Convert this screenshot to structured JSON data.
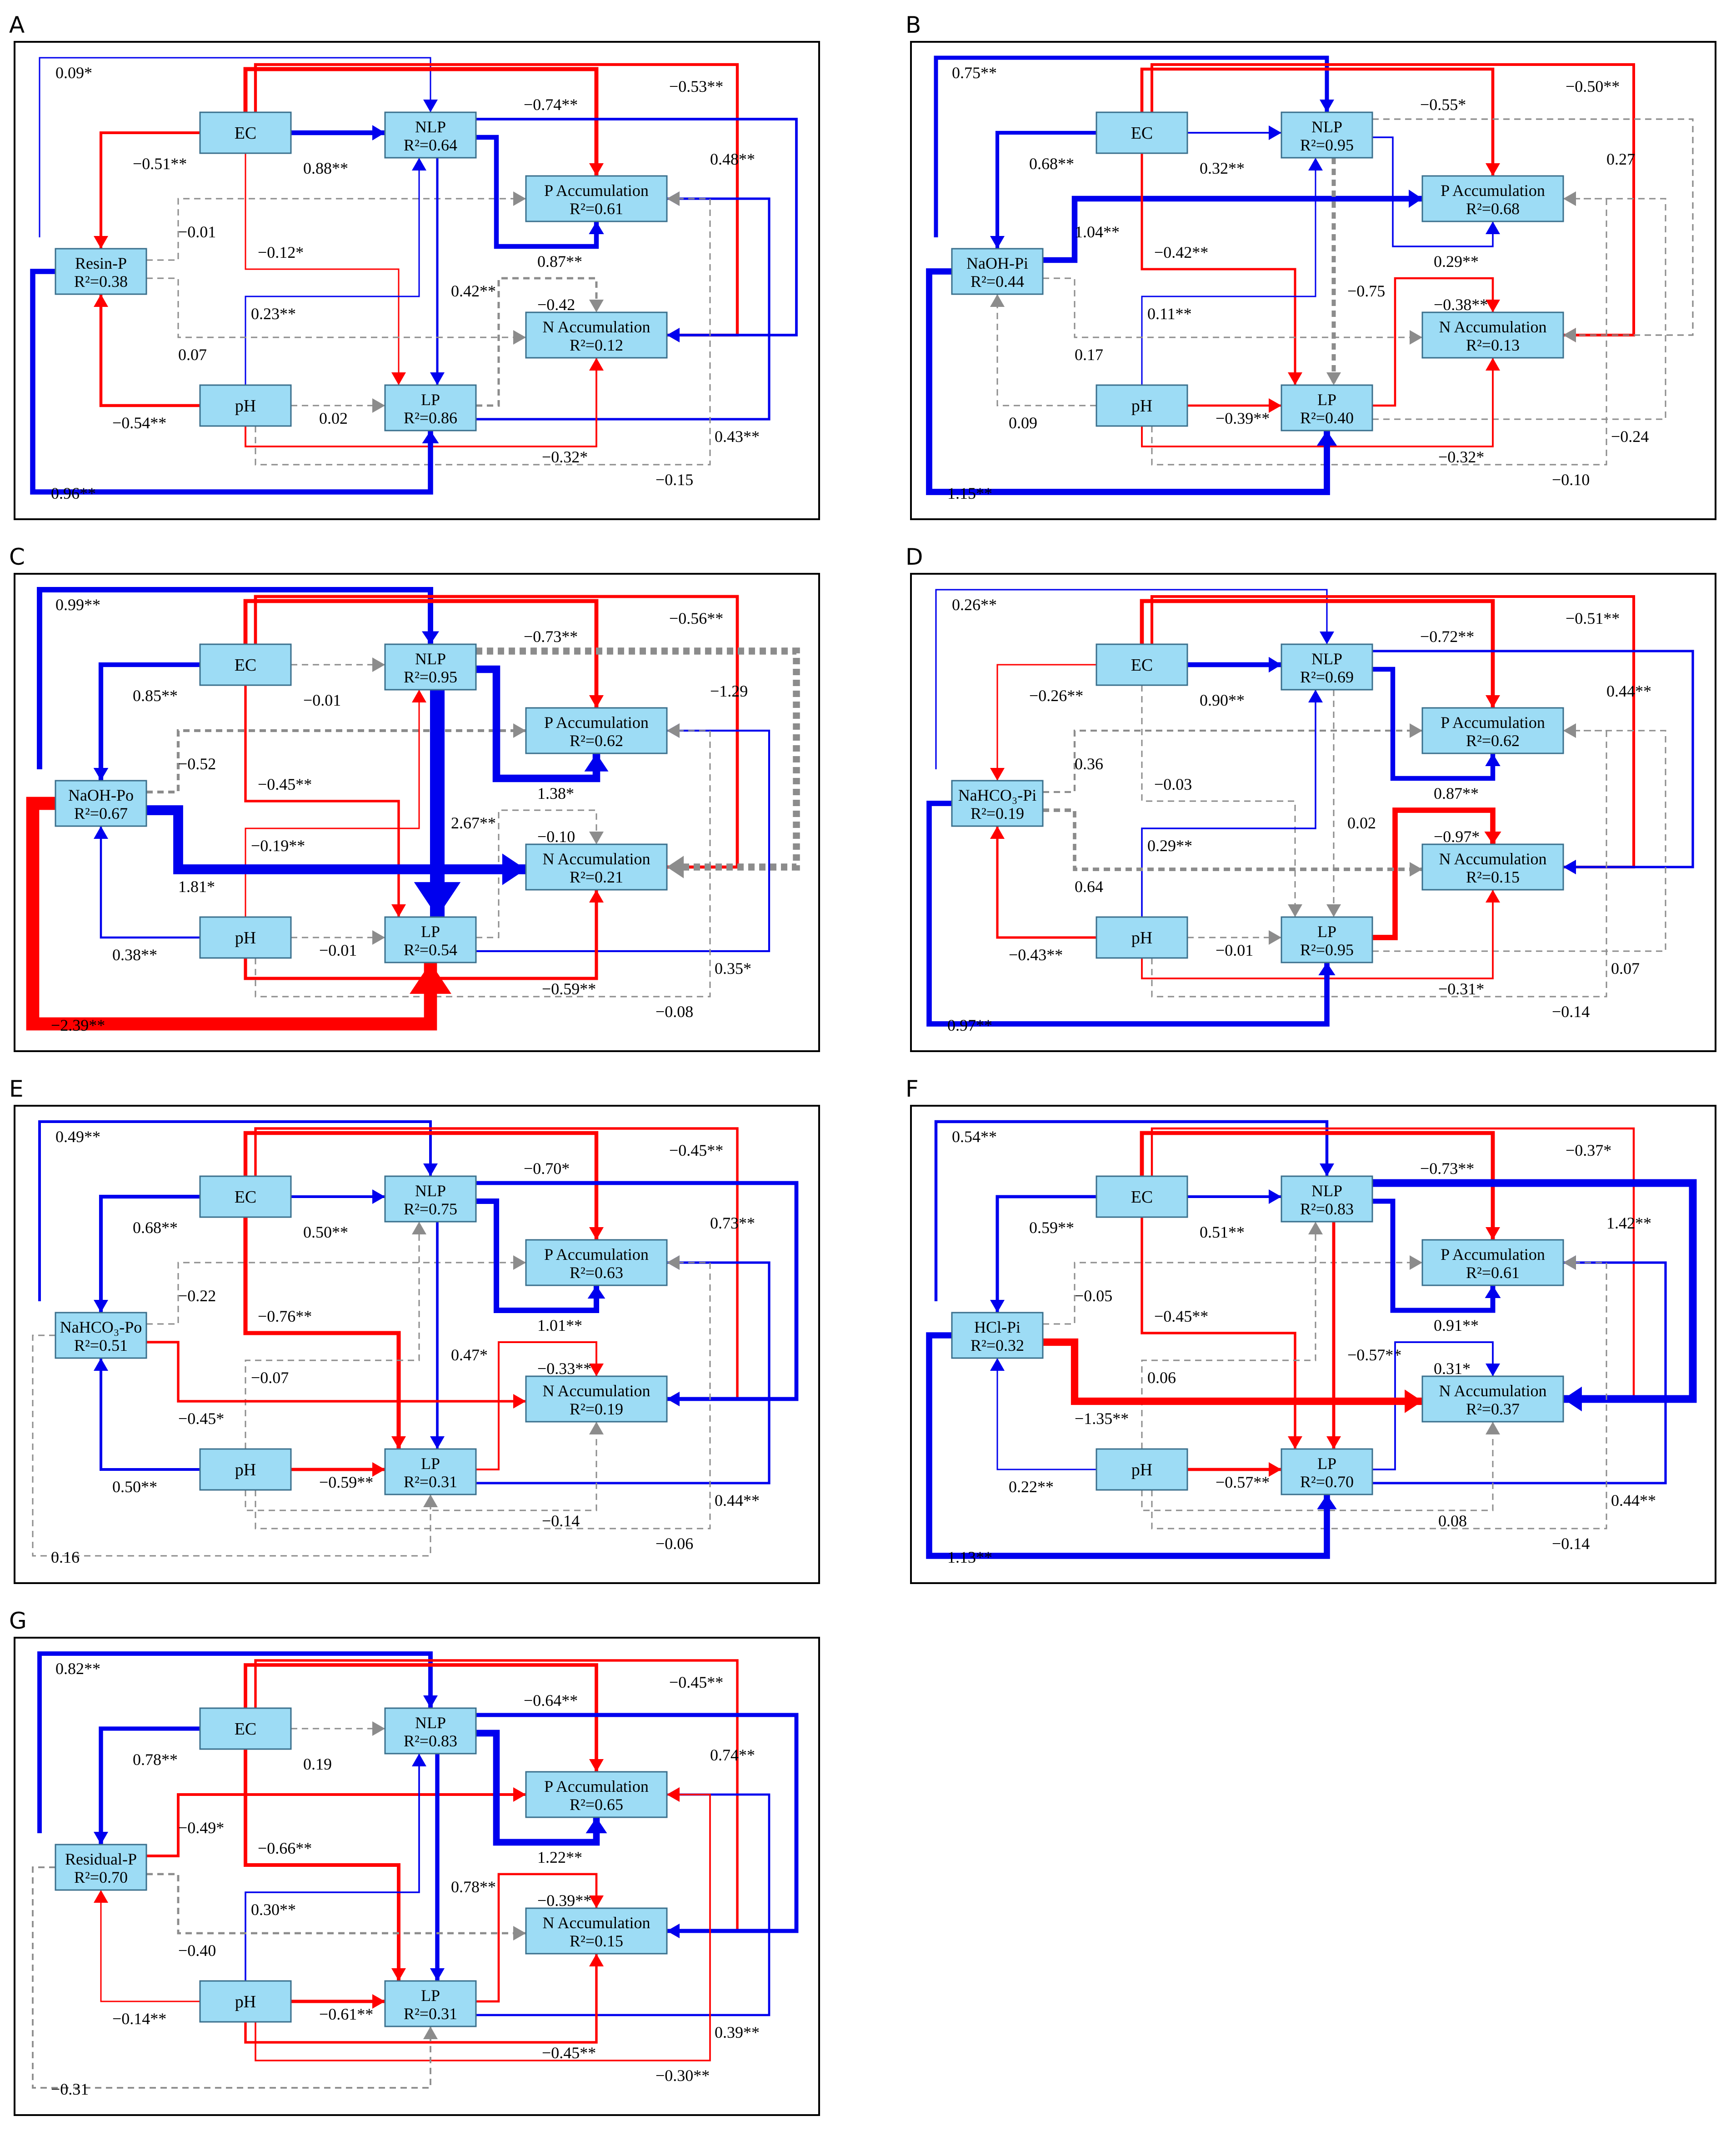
{
  "colors": {
    "positive": "#0000ee",
    "negative": "#ff0000",
    "ns": "#8c8c8c",
    "box_fill": "#9ddcf5",
    "box_stroke": "#3a6f8c"
  },
  "panels": [
    {
      "letter": "A",
      "x_label": "Resin-P",
      "x_r2": "R²=0.38",
      "nlp_r2": "R²=0.64",
      "lp_r2": "R²=0.86",
      "pacc_r2": "R²=0.61",
      "nacc_r2": "R²=0.12",
      "paths": {
        "x_nlp": "0.09*",
        "ec_x": "−0.51**",
        "ec_nlp": "0.88**",
        "ec_pacc": "−0.74**",
        "ec_nacc": "−0.53**",
        "nlp_nacc": "0.48**",
        "ec_lp": "−0.12*",
        "x_pacc": "−0.01",
        "x_nacc": "0.07",
        "nlp_pacc": "0.87**",
        "nlp_lp": "0.42**",
        "ph_nlp": "0.23**",
        "lp_nacc": "−0.42",
        "ph_x": "−0.54**",
        "ph_lp": "0.02",
        "lp_pacc": "0.43**",
        "ph_nacc": "−0.32*",
        "ph_pacc": "−0.15",
        "x_lp": "0.96**"
      }
    },
    {
      "letter": "B",
      "x_label": "NaOH-Pi",
      "x_r2": "R²=0.44",
      "nlp_r2": "R²=0.95",
      "lp_r2": "R²=0.40",
      "pacc_r2": "R²=0.68",
      "nacc_r2": "R²=0.13",
      "paths": {
        "x_nlp": "0.75**",
        "ec_x": "0.68**",
        "ec_nlp": "0.32**",
        "ec_pacc": "−0.55*",
        "ec_nacc": "−0.50**",
        "nlp_nacc": "0.27",
        "x_pacc": "1.04**",
        "ec_lp": "−0.42**",
        "nlp_lp": "−0.75",
        "lp_pacc": "−0.24",
        "ph_nlp": "0.11**",
        "lp_nacc": "−0.38**",
        "x_nacc": "0.17",
        "ph_x": "0.09",
        "ph_lp": "−0.39**",
        "nlp_pacc": "0.29**",
        "ph_nacc": "−0.32*",
        "ph_pacc": "−0.10",
        "x_lp": "1.15**"
      }
    },
    {
      "letter": "C",
      "x_label": "NaOH-Po",
      "x_r2": "R²=0.67",
      "nlp_r2": "R²=0.95",
      "lp_r2": "R²=0.54",
      "pacc_r2": "R²=0.62",
      "nacc_r2": "R²=0.21",
      "paths": {
        "x_nlp": "0.99**",
        "ec_x": "0.85**",
        "ec_nlp": "−0.01",
        "ec_pacc": "−0.73**",
        "ec_nacc": "−0.56**",
        "nlp_nacc": "−1.29",
        "x_pacc": "−0.52",
        "ec_lp": "−0.45**",
        "nlp_lp": "2.67**",
        "nlp_pacc": "1.38*",
        "ph_nlp": "−0.19**",
        "x_nacc": "1.81*",
        "lp_nacc": "−0.10",
        "ph_x": "0.38**",
        "ph_lp": "−0.01",
        "lp_pacc": "0.35*",
        "ph_nacc": "−0.59**",
        "ph_pacc": "−0.08",
        "x_lp": "−2.39**"
      }
    },
    {
      "letter": "D",
      "x_label": "NaHCO₃-Pi",
      "x_r2": "R²=0.19",
      "nlp_r2": "R²=0.69",
      "lp_r2": "R²=0.95",
      "pacc_r2": "R²=0.62",
      "nacc_r2": "R²=0.15",
      "paths": {
        "x_nlp": "0.26**",
        "ec_x": "−0.26**",
        "ec_nlp": "0.90**",
        "ec_pacc": "−0.72**",
        "ec_nacc": "−0.51**",
        "nlp_nacc": "0.44**",
        "x_pacc": "0.36",
        "ec_lp": "−0.03",
        "nlp_pacc": "0.87**",
        "ph_nlp": "0.29**",
        "nlp_lp": "0.02",
        "lp_nacc": "−0.97*",
        "x_nacc": "0.64",
        "ph_x": "−0.43**",
        "ph_lp": "−0.01",
        "lp_pacc": "0.07",
        "ph_nacc": "−0.31*",
        "ph_pacc": "−0.14",
        "x_lp": "0.97**"
      }
    },
    {
      "letter": "E",
      "x_label": "NaHCO₃-Po",
      "x_r2": "R²=0.51",
      "nlp_r2": "R²=0.75",
      "lp_r2": "R²=0.31",
      "pacc_r2": "R²=0.63",
      "nacc_r2": "R²=0.19",
      "paths": {
        "x_nlp": "0.49**",
        "ec_x": "0.68**",
        "ec_nlp": "0.50**",
        "ec_pacc": "−0.70*",
        "ec_nacc": "−0.45**",
        "nlp_nacc": "0.73**",
        "x_pacc": "−0.22",
        "ec_lp": "−0.76**",
        "nlp_pacc": "1.01**",
        "ph_nlp": "−0.07",
        "nlp_lp": "0.47*",
        "lp_nacc": "−0.33**",
        "x_nacc": "−0.45*",
        "ph_x": "0.50**",
        "ph_lp": "−0.59**",
        "lp_pacc": "0.44**",
        "ph_nacc": "−0.14",
        "ph_pacc": "−0.06",
        "x_lp": "0.16"
      }
    },
    {
      "letter": "F",
      "x_label": "HCl-Pi",
      "x_r2": "R²=0.32",
      "nlp_r2": "R²=0.83",
      "lp_r2": "R²=0.70",
      "pacc_r2": "R²=0.61",
      "nacc_r2": "R²=0.37",
      "paths": {
        "x_nlp": "0.54**",
        "ec_x": "0.59**",
        "ec_nlp": "0.51**",
        "ec_pacc": "−0.73**",
        "ec_nacc": "−0.37*",
        "nlp_nacc": "1.42**",
        "x_pacc": "−0.05",
        "ec_lp": "−0.45**",
        "nlp_pacc": "0.91**",
        "nlp_lp": "−0.57**",
        "lp_nacc": "0.31*",
        "x_nacc": "−1.35**",
        "ph_nlp": "0.06",
        "ph_x": "0.22**",
        "ph_lp": "−0.57**",
        "lp_pacc": "0.44**",
        "ph_nacc": "0.08",
        "ph_pacc": "−0.14",
        "x_lp": "1.13**"
      }
    },
    {
      "letter": "G",
      "x_label": "Residual-P",
      "x_r2": "R²=0.70",
      "nlp_r2": "R²=0.83",
      "lp_r2": "R²=0.31",
      "pacc_r2": "R²=0.65",
      "nacc_r2": "R²=0.15",
      "paths": {
        "x_nlp": "0.82**",
        "ec_x": "0.78**",
        "ec_nlp": "0.19",
        "ec_pacc": "−0.64**",
        "ec_nacc": "−0.45**",
        "nlp_nacc": "0.74**",
        "x_pacc": "−0.49*",
        "ec_lp": "−0.66**",
        "nlp_pacc": "1.22**",
        "nlp_lp": "0.78**",
        "ph_nlp": "0.30**",
        "lp_nacc": "−0.39**",
        "x_nacc": "−0.40",
        "ph_x": "−0.14**",
        "ph_lp": "−0.61**",
        "lp_pacc": "0.39**",
        "ph_nacc": "−0.45**",
        "ph_pacc": "−0.30**",
        "x_lp": "−0.31"
      }
    }
  ],
  "node_labels": {
    "ec": "EC",
    "ph": "pH",
    "nlp": "NLP",
    "lp": "LP",
    "pacc": "P Accumulation",
    "nacc": "N Accumulation"
  }
}
